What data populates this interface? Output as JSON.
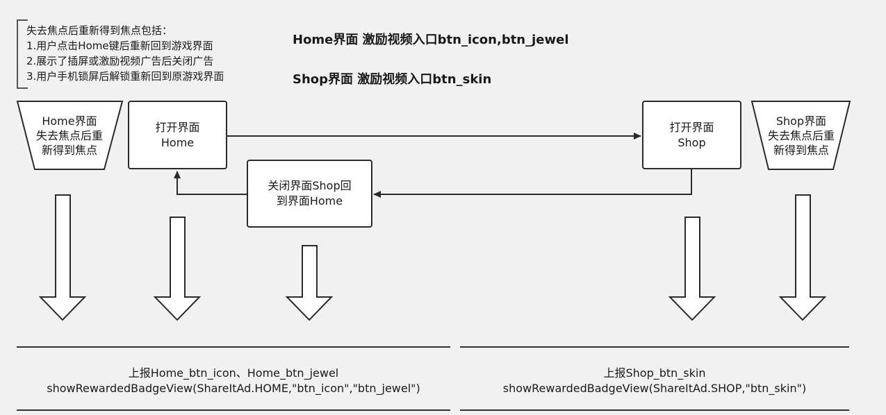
{
  "note": {
    "lines": [
      "失去焦点后重新得到焦点包括：",
      "1.用户点击Home键后重新回到游戏界面",
      "2.展示了插屏或激励视频广告后关闭广告",
      "3.用户手机锁屏后解锁重新回到原游戏界面"
    ]
  },
  "headings": {
    "home": "Home界面 激励视频入口btn_icon,btn_jewel",
    "shop": "Shop界面 激励视频入口btn_skin"
  },
  "nodes": {
    "home_refocus": [
      "Home界面",
      "失去焦点后重",
      "新得到焦点"
    ],
    "open_home": [
      "打开界面",
      "Home"
    ],
    "close_shop": [
      "关闭界面Shop回",
      "到界面Home"
    ],
    "open_shop": [
      "打开界面",
      "Shop"
    ],
    "shop_refocus": [
      "Shop界面",
      "失去焦点后重",
      "新得到焦点"
    ]
  },
  "bottom": {
    "left": [
      "上报Home_btn_icon、Home_btn_jewel",
      "showRewardedBadgeView(ShareItAd.HOME,\"btn_icon\",\"btn_jewel\")"
    ],
    "right": [
      "上报Shop_btn_skin",
      "showRewardedBadgeView(ShareItAd.SHOP,\"btn_skin\")"
    ]
  }
}
